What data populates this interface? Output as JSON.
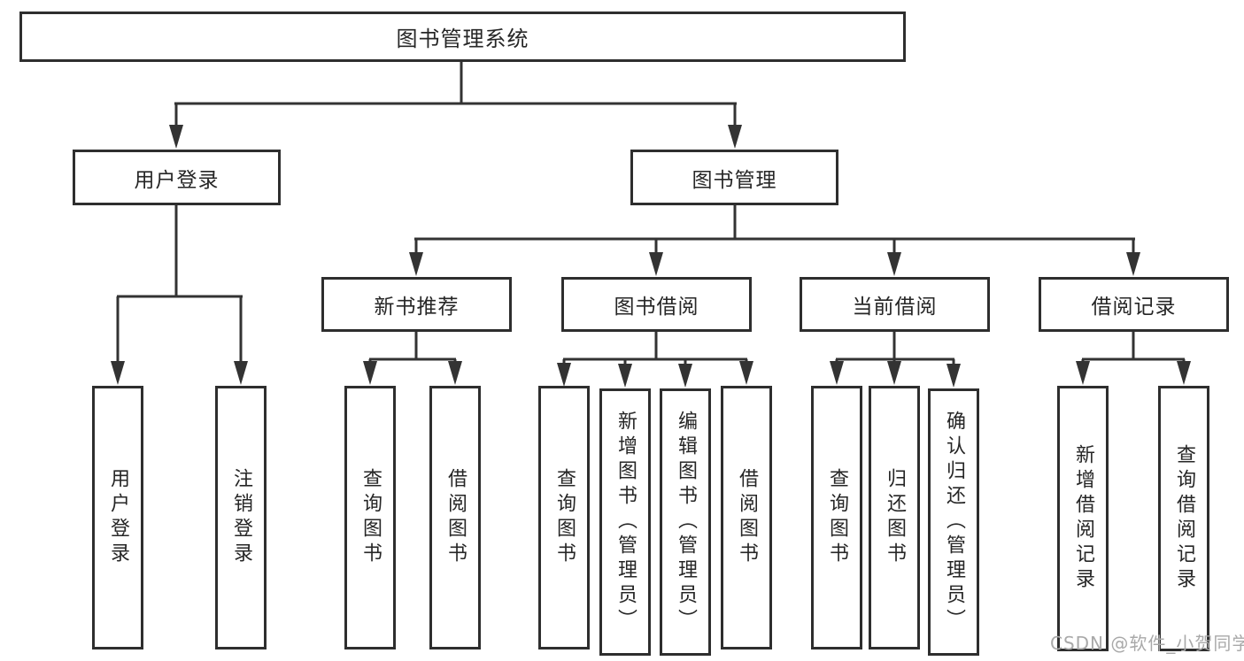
{
  "diagram_type": "hierarchy-tree",
  "nodes": {
    "root": "图书管理系统",
    "level2": [
      "用户登录",
      "图书管理"
    ],
    "level3": [
      "新书推荐",
      "图书借阅",
      "当前借阅",
      "借阅记录"
    ],
    "leaves": [
      "用户登录",
      "注销登录",
      "查询图书",
      "借阅图书",
      "查询图书",
      "新增图书（管理员）",
      "编辑图书（管理员）",
      "借阅图书",
      "查询图书",
      "归还图书",
      "确认归还（管理员）",
      "新增借阅记录",
      "查询借阅记录"
    ]
  },
  "hierarchy": {
    "图书管理系统": {
      "用户登录": [
        "用户登录",
        "注销登录"
      ],
      "图书管理": {
        "新书推荐": [
          "查询图书",
          "借阅图书"
        ],
        "图书借阅": [
          "查询图书",
          "新增图书（管理员）",
          "编辑图书（管理员）",
          "借阅图书"
        ],
        "当前借阅": [
          "查询图书",
          "归还图书",
          "确认归还（管理员）"
        ],
        "借阅记录": [
          "新增借阅记录",
          "查询借阅记录"
        ]
      }
    }
  },
  "watermark": {
    "text": "CSDN @软件_小贺同学",
    "color": "#a9a9a9"
  },
  "colors": {
    "background": "#ffffff",
    "line": "#333333",
    "box_border": "#2e2e2e",
    "text": "#262626"
  }
}
